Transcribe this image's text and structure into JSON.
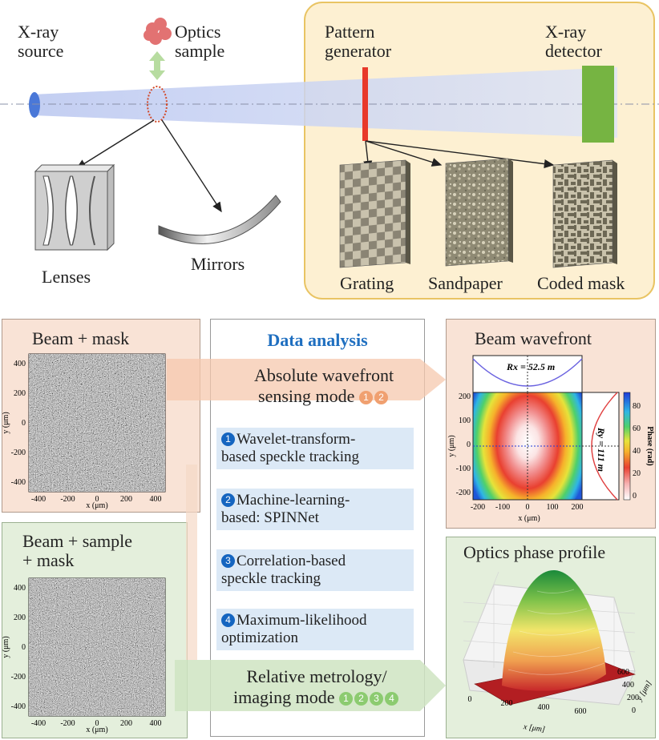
{
  "top": {
    "source_label": [
      "X-ray",
      "source"
    ],
    "optics_label": [
      "Optics",
      "sample"
    ],
    "pattern_label": [
      "Pattern",
      "generator"
    ],
    "detector_label": [
      "X-ray",
      "detector"
    ],
    "lenses_label": "Lenses",
    "mirrors_label": "Mirrors",
    "grating_label": "Grating",
    "sandpaper_label": "Sandpaper",
    "coded_label": "Coded mask"
  },
  "panels": {
    "beam_mask_title": "Beam + mask",
    "beam_sample_title": [
      "Beam + sample",
      "+ mask"
    ],
    "analysis_title": "Data analysis",
    "wavefront_title": "Beam wavefront",
    "optics_title": "Optics phase profile"
  },
  "modes": {
    "absolute": [
      "Absolute wavefront",
      "sensing mode"
    ],
    "absolute_nums": [
      "1",
      "2"
    ],
    "relative": [
      "Relative metrology/",
      "imaging mode"
    ],
    "relative_nums": [
      "1",
      "2",
      "3",
      "4"
    ]
  },
  "methods": [
    {
      "num": "1",
      "lines": [
        "Wavelet-transform-",
        "based speckle tracking"
      ]
    },
    {
      "num": "2",
      "lines": [
        "Machine-learning-",
        "based: SPINNet"
      ]
    },
    {
      "num": "3",
      "lines": [
        "Correlation-based",
        "speckle tracking"
      ]
    },
    {
      "num": "4",
      "lines": [
        "Maximum-likelihood",
        "optimization"
      ]
    }
  ],
  "speckle_axes": {
    "xlabel": "x (μm)",
    "ylabel": "y (μm)",
    "xticks": [
      "-400",
      "-200",
      "0",
      "200",
      "400"
    ],
    "yticks": [
      "400",
      "200",
      "0",
      "-200",
      "-400"
    ]
  },
  "wavefront": {
    "rx_label": "Rx = 52.5 m",
    "ry_label": "Ry = 111 m",
    "xlabel": "x (μm)",
    "ylabel": "y (μm)",
    "xticks": [
      "-200",
      "-100",
      "0",
      "100",
      "200"
    ],
    "yticks": [
      "200",
      "100",
      "0",
      "-100",
      "-200"
    ],
    "cbar_label": "Phase (rad)",
    "cbar_ticks": [
      "80",
      "60",
      "40",
      "20",
      "0"
    ]
  },
  "profile": {
    "xlabel": "x [μm]",
    "ylabel": "y [μm]",
    "xticks": [
      "0",
      "200",
      "400",
      "600"
    ],
    "yticks": [
      "0",
      "200",
      "400",
      "600"
    ]
  },
  "colors": {
    "source_blue": "#4a78d8",
    "grating_red": "#e8392a",
    "detector_green": "#76b442",
    "analysis_blue": "#1f6fc0",
    "orange_panel": "#f9e3d6",
    "green_panel": "#e4efdc",
    "yellow_box": "#fdf0d2"
  }
}
